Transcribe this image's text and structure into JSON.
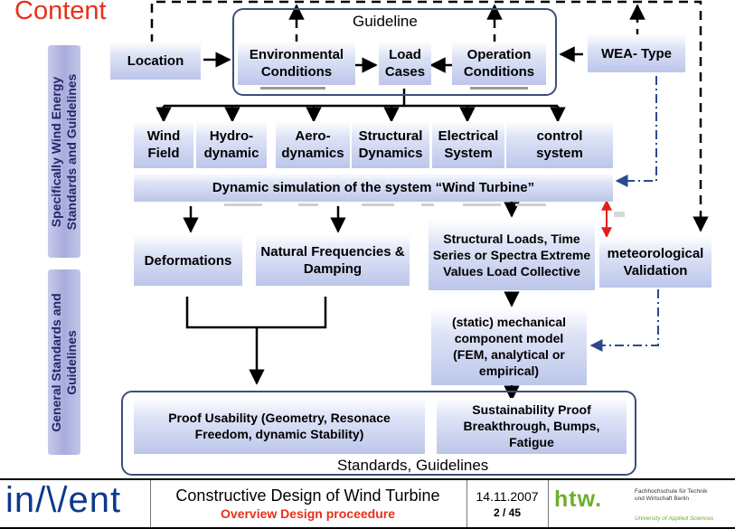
{
  "slide": {
    "title": "Content",
    "side_labels": {
      "specific": "Specifically Wind Energy Standards and Guidelines",
      "general": "General Standards and Guidelines"
    }
  },
  "guideline": {
    "label": "Guideline",
    "environmental": "Environmental Conditions",
    "load_cases": "Load Cases",
    "operation": "Operation Conditions"
  },
  "location": "Location",
  "wea_type": "WEA- Type",
  "disciplines": [
    "Wind Field",
    "Hydro-dynamic",
    "Aero-dynamics",
    "Structural Dynamics",
    "Electrical System",
    "control system"
  ],
  "simulation": "Dynamic simulation of the system “Wind Turbine”",
  "results": {
    "deformations": "Deformations",
    "natural_frequencies": "Natural Frequencies & Damping",
    "structural_loads": "Structural Loads, Time Series or Spectra Extreme Values Load Collective",
    "meteorological": "meteorological Validation",
    "component_model": "(static) mechanical component model (FEM, analytical or empirical)"
  },
  "standards": {
    "label": "Standards, Guidelines",
    "proof_usability": "Proof Usability (Geometry, Resonace Freedom, dynamic Stability)",
    "sustainability": "Sustainability Proof Breakthrough, Bumps, Fatigue"
  },
  "footer": {
    "logo": "in/\\/ent",
    "title": "Constructive Design of Wind Turbine",
    "subtitle": "Overview  Design proceedure",
    "date": "14.11.2007",
    "page": "2 / 45",
    "htw_logo": "htw.",
    "htw_name_line1": "Fachhochschule für Technik",
    "htw_name_line2": "und Wirtschaft Berlin",
    "htw_tagline": "University of Applied Sciences"
  },
  "colors": {
    "accent_red": "#e8301c",
    "frame_blue": "#3b4f7c",
    "connector_blue": "#2b4a8a",
    "htw_green": "#6cae2e",
    "invent_blue": "#0d3a8a"
  }
}
